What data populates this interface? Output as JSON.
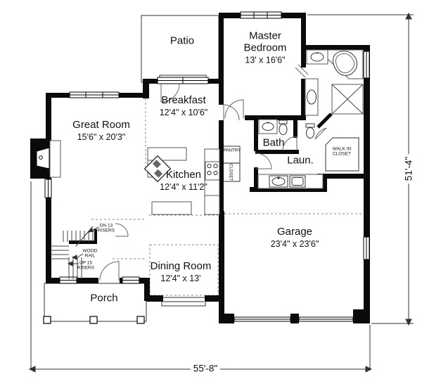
{
  "meta": {
    "drawing_type": "first floor plan",
    "background": "#ffffff",
    "ink": "#111111",
    "wall_color": "#0a0a0a",
    "thin_line_color": "#555555",
    "dashed_line_color": "#888888"
  },
  "dimensions": {
    "overall_width_label": "55'-8\"",
    "overall_height_label": "51'-4\""
  },
  "rooms": {
    "patio": {
      "name": "Patio",
      "dims": ""
    },
    "master_bedroom": {
      "name": "Master Bedroom",
      "dims": "13' x 16'6\""
    },
    "great_room": {
      "name": "Great Room",
      "dims": "15'6\" x 20'3\""
    },
    "breakfast": {
      "name": "Breakfast",
      "dims": "12'4\" x 10'6\""
    },
    "kitchen": {
      "name": "Kitchen",
      "dims": "12'4\" x 11'2\""
    },
    "bath": {
      "name": "Bath",
      "dims": ""
    },
    "laundry": {
      "name": "Laun.",
      "dims": ""
    },
    "dining_room": {
      "name": "Dining Room",
      "dims": "12'4\" x 13'"
    },
    "garage": {
      "name": "Garage",
      "dims": "23'4\" x 23'6\""
    },
    "porch": {
      "name": "Porch",
      "dims": ""
    }
  },
  "annotations": {
    "walk_in_closet": "WALK IN CLOSET",
    "pantry": "PANTRY",
    "closet": "CLOSET",
    "wood_rail": "WOOD RAIL",
    "up_risers": "UP 15 RISERS",
    "dn_risers": "DN 13 RISERS"
  }
}
